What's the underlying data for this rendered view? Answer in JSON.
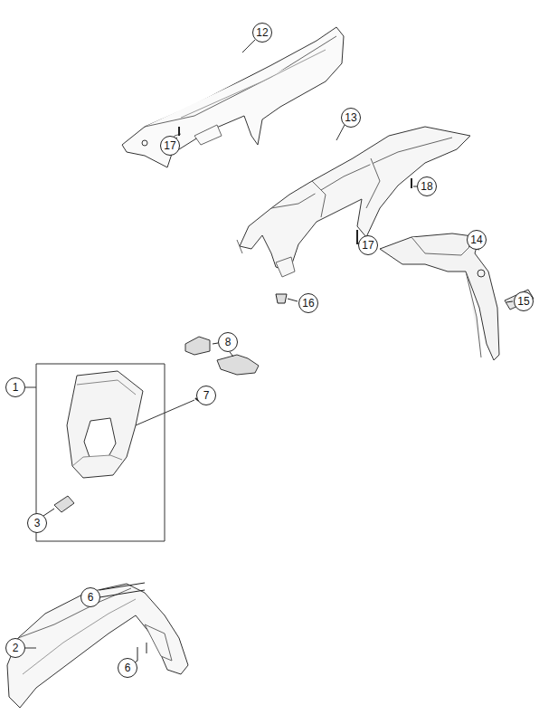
{
  "diagram": {
    "labels": [
      "12",
      "17",
      "13",
      "18",
      "17",
      "14",
      "16",
      "15",
      "8",
      "1",
      "7",
      "3",
      "6",
      "2",
      "6"
    ]
  }
}
